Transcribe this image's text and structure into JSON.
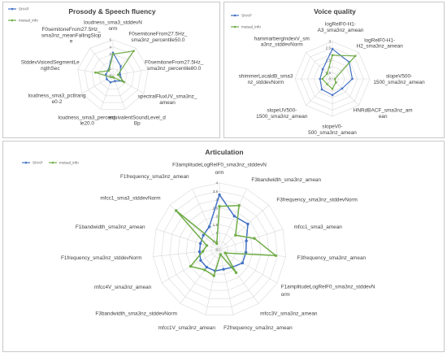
{
  "charts": [
    {
      "id": "prosody",
      "type": "radar",
      "title": "Prosody & Speech fluency",
      "rmax": 5,
      "ticks": [
        0,
        1,
        2,
        3,
        4,
        5
      ],
      "axes": [
        "loudness_sma3_stddevNorm",
        "F0semitoneFrom27.5Hz_sma3nz_percentile50.0",
        "F0semitoneFrom27.5Hz_sma3nz_percentile80.0",
        "spectralFluxUV_sma3nz_amean",
        "equivalentSoundLevel_dBp",
        "loudness_sma3_percentile20.0",
        "loudness_sma3_pctlrange0-2",
        "StddevVoicedSegmentLengthSec",
        "F0semitoneFrom27.5Hz_sma3nz_meanFallingSlope"
      ],
      "series": [
        {
          "name": "SHAP",
          "color": "#4472c4",
          "values": [
            3.2,
            1.7,
            1.0,
            1.5,
            0.8,
            1.0,
            1.0,
            1.0,
            1.0
          ]
        },
        {
          "name": "mutual_info",
          "color": "#70ad47",
          "values": [
            3.0,
            4.5,
            0.7,
            1.8,
            0.3,
            0.2,
            0.4,
            2.5,
            0.9
          ]
        }
      ]
    },
    {
      "id": "voice",
      "type": "radar",
      "title": "Voice quality",
      "rmax": 3,
      "ticks": [
        0,
        0.5,
        1,
        1.5,
        2,
        2.5,
        3
      ],
      "axes": [
        "logRelF0-H1-A3_sma3nz_amean",
        "logRelF0-H1-H2_sma3nz_amean",
        "slopeV500-1500_sma3nz_amean",
        "HNRdBACF_sma3nz_amean",
        "slopeV0-500_sma3nz_amean",
        "slopeUV500-1500_sma3nz_amean",
        "shimmerLocaldB_sma3nz_stddevNorm",
        "hammarbergIndexV_sma3nz_stddevNorm"
      ],
      "series": [
        {
          "name": "SHAP",
          "color": "#4472c4",
          "values": [
            2.4,
            1.9,
            1.6,
            1.1,
            1.3,
            1.2,
            1.0,
            1.1
          ]
        },
        {
          "name": "mutual_info",
          "color": "#70ad47",
          "values": [
            1.9,
            2.6,
            0.2,
            0.4,
            0.8,
            0.6,
            0.8,
            0.6
          ]
        }
      ]
    },
    {
      "id": "articulation",
      "type": "radar",
      "title": "Articulation",
      "rmax": 4,
      "ticks": [
        0,
        0.5,
        1,
        1.5,
        2,
        2.5,
        3,
        3.5,
        4
      ],
      "axes": [
        "F3amplitudeLogRelF0_sma3nz_stddevNorm",
        "F3bandwidth_sma3nz_amean",
        "F3frequency_sma3nz_stddevNorm",
        "mfcc1_sma3_amean",
        "F3frequency_sma3nz_amean",
        "F1amplitudeLogRelF0_sma3nz_stddevNorm",
        "mfcc3V_sma3nz_amean",
        "F2frequency_sma3nz_amean",
        "mfcc1V_sma3nz_amean",
        "F3bandwidth_sma3nz_stddevNorm",
        "mfcc4V_sma3nz_amean",
        "F1frequency_sma3nz_stddevNorm",
        "F1bandwidth_sma3nz_amean",
        "mfcc1_sma3_stddevNorm",
        "F1frequency_sma3nz_amean"
      ],
      "series": [
        {
          "name": "SHAP",
          "color": "#4472c4",
          "values": [
            3.3,
            2.2,
            2.3,
            1.7,
            1.6,
            1.6,
            1.3,
            1.2,
            1.3,
            1.3,
            1.3,
            1.2,
            1.2,
            1.3,
            1.5
          ]
        },
        {
          "name": "mutual_info",
          "color": "#70ad47",
          "values": [
            2.6,
            2.9,
            1.3,
            2.2,
            3.4,
            0.4,
            1.7,
            0.3,
            1.6,
            1.5,
            2.0,
            1.0,
            0.8,
            3.5,
            0.4
          ]
        }
      ]
    }
  ]
}
